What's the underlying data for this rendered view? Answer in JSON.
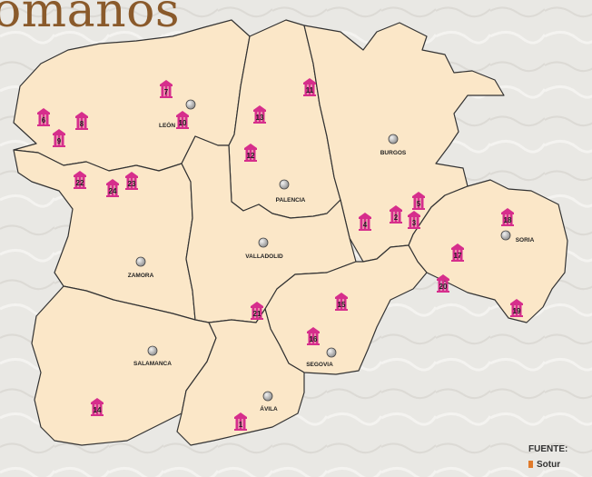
{
  "title": "omanos",
  "source": {
    "heading": "FUENTE:",
    "name": "Sotur"
  },
  "colors": {
    "province_fill": "#fbe7c8",
    "border": "#333333",
    "marker": "#d62e8c",
    "city_dot": "#a7a7a7",
    "background": "#e9e8e4",
    "title": "#8a5a2b"
  },
  "icons": {
    "site_marker": "temple-icon",
    "city": "city-dot-icon"
  },
  "cities": [
    {
      "id": "leon",
      "name": "LEÓN"
    },
    {
      "id": "burgos",
      "name": "BURGOS"
    },
    {
      "id": "palencia",
      "name": "PALENCIA"
    },
    {
      "id": "valladolid",
      "name": "VALLADOLID"
    },
    {
      "id": "soria",
      "name": "SORIA"
    },
    {
      "id": "zamora",
      "name": "ZAMORA"
    },
    {
      "id": "salamanca",
      "name": "SALAMANCA"
    },
    {
      "id": "segovia",
      "name": "SEGOVIA"
    },
    {
      "id": "avila",
      "name": "ÁVILA"
    }
  ],
  "sites": [
    "1",
    "2",
    "3",
    "4",
    "5",
    "6",
    "7",
    "8",
    "9",
    "10",
    "11",
    "12",
    "13",
    "14",
    "15",
    "16",
    "17",
    "18",
    "19",
    "20",
    "21",
    "22",
    "23",
    "24"
  ]
}
